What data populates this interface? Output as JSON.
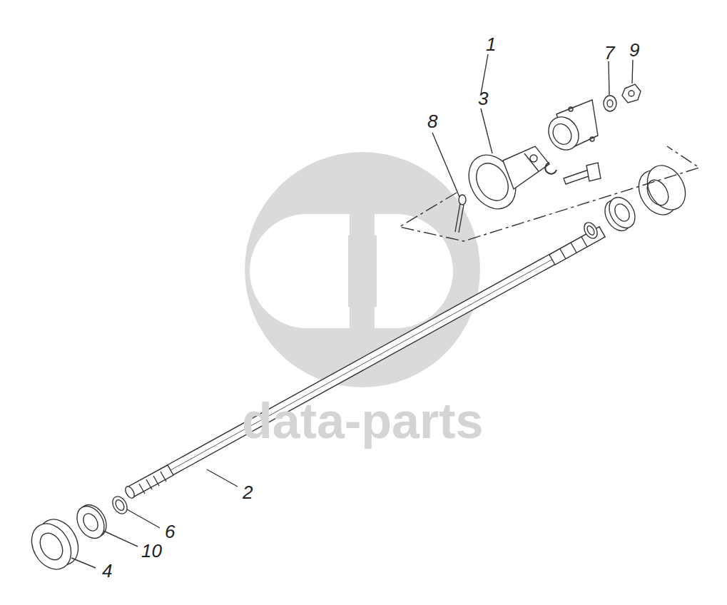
{
  "diagram": {
    "labels": [
      "1",
      "7",
      "9",
      "3",
      "8",
      "2",
      "6",
      "10",
      "4",
      "data-parts"
    ]
  }
}
